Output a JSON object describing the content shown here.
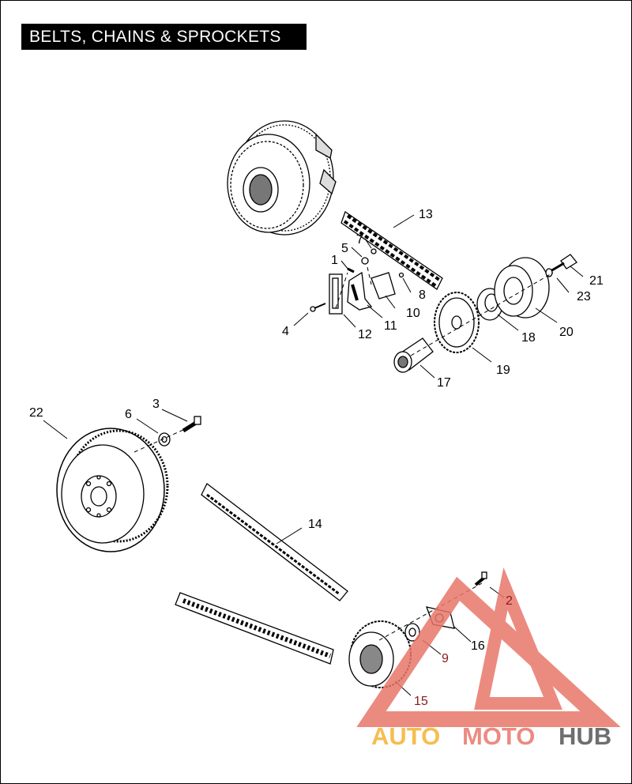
{
  "title": "BELTS, CHAINS & SPROCKETS",
  "labels": {
    "p1": "1",
    "p2": "2",
    "p3": "3",
    "p4": "4",
    "p5": "5",
    "p6": "6",
    "p7": "7",
    "p8": "8",
    "p9": "9",
    "p10": "10",
    "p11": "11",
    "p12": "12",
    "p13": "13",
    "p14": "14",
    "p15": "15",
    "p16": "16",
    "p17": "17",
    "p18": "18",
    "p19": "19",
    "p20": "20",
    "p21": "21",
    "p22": "22",
    "p23": "23"
  },
  "watermark": {
    "part1": "AUTO",
    "part2": "MOTO",
    "part3": "HUB",
    "colors": {
      "auto": "#f5b233",
      "moto": "#e8776a",
      "hub": "#555555",
      "triangle": "#e8776a"
    }
  }
}
